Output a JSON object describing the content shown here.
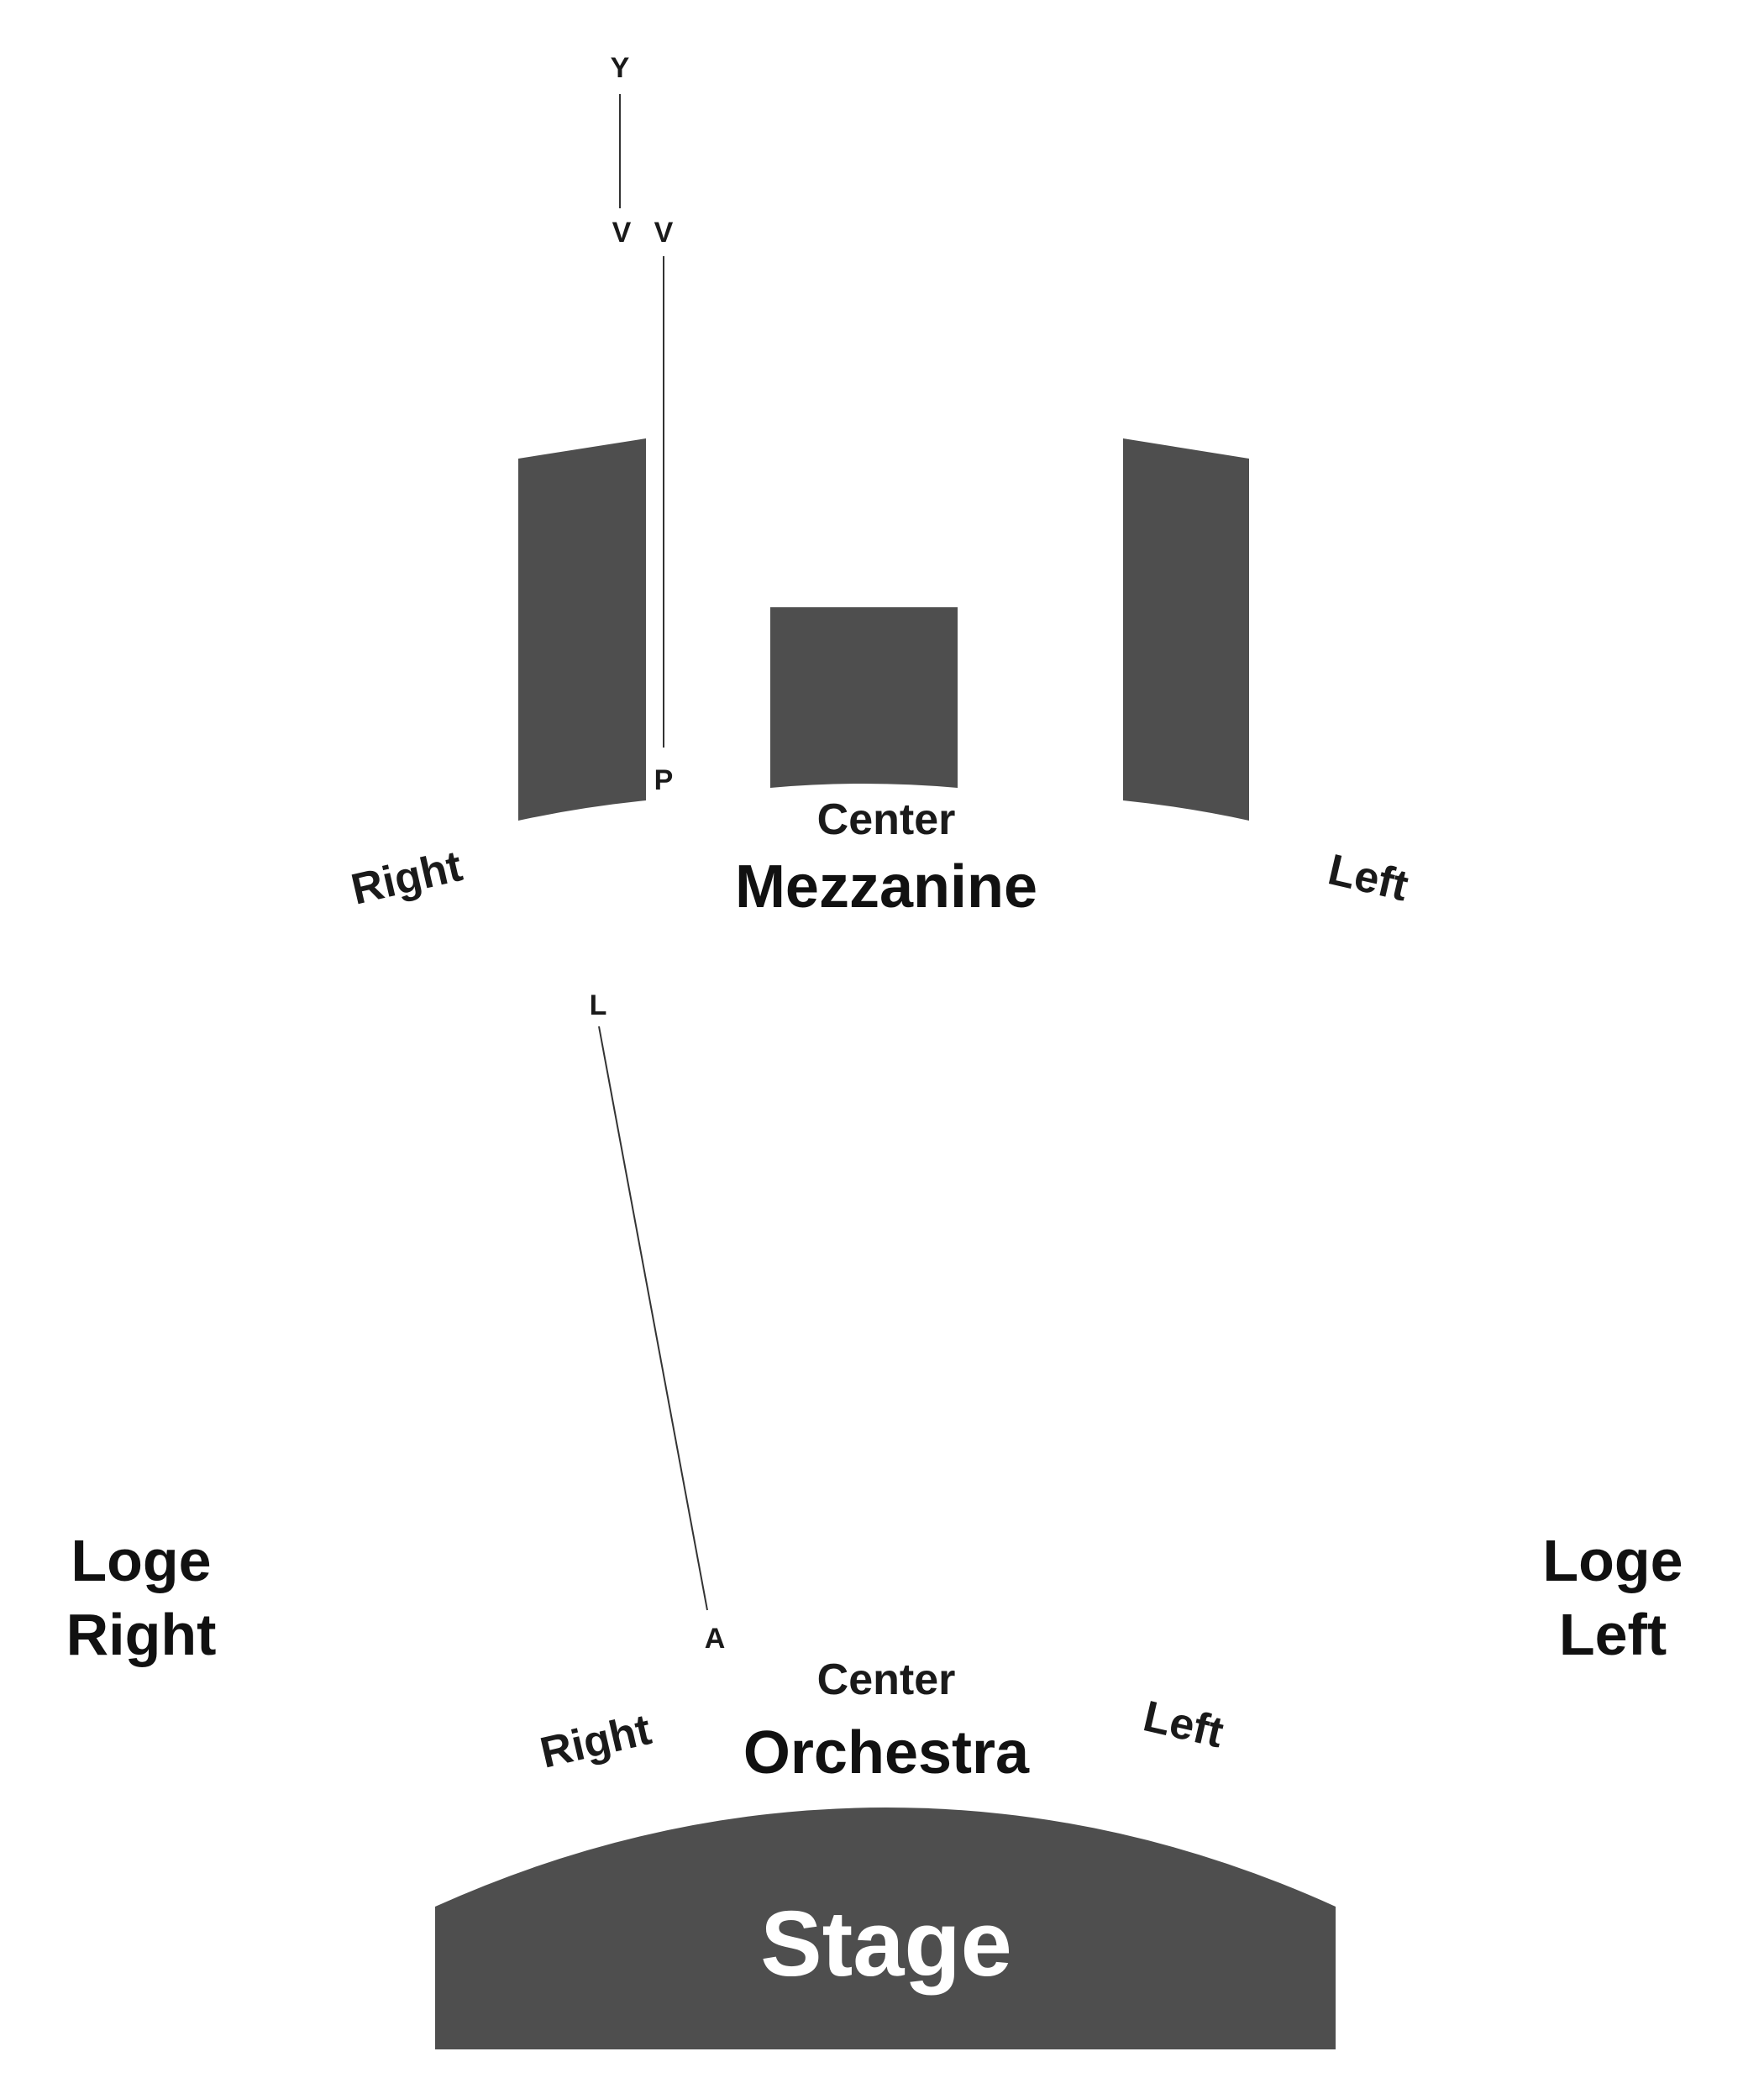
{
  "colors": {
    "block": "#4e4e4e",
    "background": "#ffffff",
    "text": "#111111",
    "stage_text": "#ffffff"
  },
  "mezzanine": {
    "name": "Mezzanine",
    "center_label": "Center",
    "right_label": "Right",
    "left_label": "Left",
    "rows": {
      "top_outer": "Y",
      "top_inner_left": "V",
      "top_inner_right": "V",
      "front_inner": "P"
    }
  },
  "orchestra": {
    "name": "Orchestra",
    "center_label": "Center",
    "right_label": "Right",
    "left_label": "Left",
    "rows": {
      "back": "L",
      "front": "A"
    }
  },
  "loge_right": {
    "line1": "Loge",
    "line2": "Right"
  },
  "loge_left": {
    "line1": "Loge",
    "line2": "Left"
  },
  "stage": {
    "label": "Stage"
  }
}
